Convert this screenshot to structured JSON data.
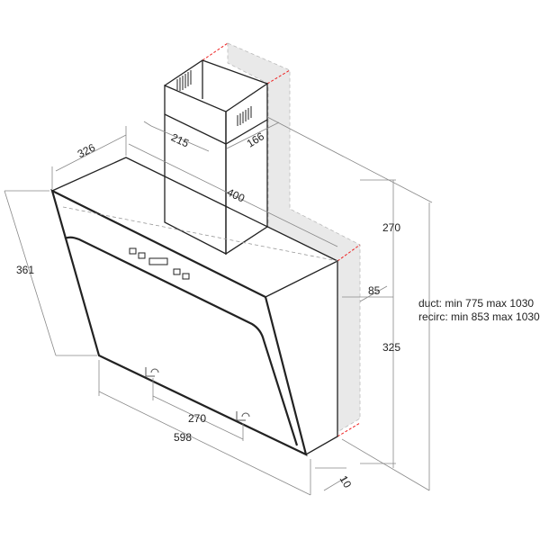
{
  "dimensions": {
    "hood_depth": "326",
    "chimney_width": "215",
    "chimney_depth": "166",
    "chimney_offset": "400",
    "glass_height": "361",
    "chimney_height": "270",
    "wall_gap": "85",
    "hood_height": "325",
    "bracket_spacing": "270",
    "hood_width": "598",
    "glass_offset": "10"
  },
  "notes": {
    "duct": "duct: min 775 max 1030",
    "recirc": "recirc: min 853 max 1030"
  },
  "colors": {
    "wall": "#e9e9e9",
    "marker": "#e22222"
  }
}
